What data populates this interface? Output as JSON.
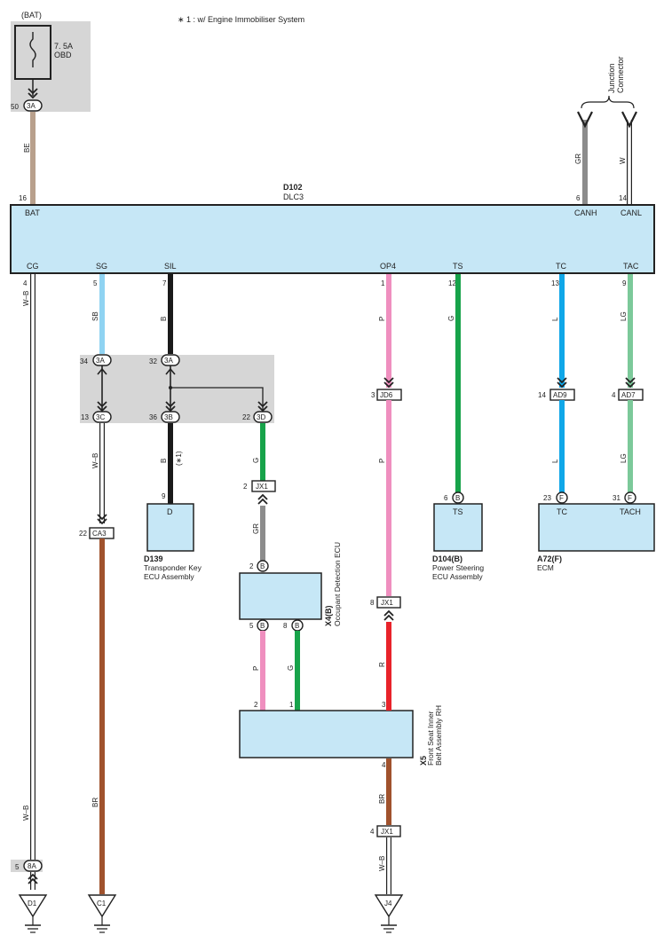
{
  "note": "∗ 1 : w/ Engine Immobiliser System",
  "colors": {
    "BE": "#b8a08c",
    "W-B": "#ffffff",
    "SB": "#8fd3f2",
    "B": "#1a1a1a",
    "G": "#17a34a",
    "GR": "#8c8c8c",
    "P": "#ef8fbf",
    "R": "#e8232a",
    "BR": "#a0522d",
    "L": "#10a7e8",
    "LG": "#7cc99a",
    "W": "#ffffff",
    "ecu_fill": "#c6e7f6",
    "junction_fill": "#d6d6d6"
  },
  "battery": {
    "source": "(BAT)",
    "fuse_amp": "7. 5A",
    "fuse_name": "OBD",
    "pin": "50",
    "conn": "3A",
    "wire": "BE"
  },
  "junction_connector": {
    "l1": "Junction",
    "l2": "Connector"
  },
  "dlc3": {
    "code": "D102",
    "name": "DLC3",
    "top_terminals": [
      {
        "name": "BAT",
        "pin": "16"
      },
      {
        "name": "CANH",
        "pin": "6",
        "wire": "GR"
      },
      {
        "name": "CANL",
        "pin": "14",
        "wire": "W"
      }
    ],
    "bottom_terminals": [
      {
        "name": "CG",
        "pin": "4",
        "wire": "W–B"
      },
      {
        "name": "SG",
        "pin": "5",
        "wire": "SB"
      },
      {
        "name": "SIL",
        "pin": "7",
        "wire": "B"
      },
      {
        "name": "OP4",
        "pin": "1",
        "wire": "P"
      },
      {
        "name": "TS",
        "pin": "12",
        "wire": "G"
      },
      {
        "name": "TC",
        "pin": "13",
        "wire": "L"
      },
      {
        "name": "TAC",
        "pin": "9",
        "wire": "LG"
      }
    ]
  },
  "jblock": {
    "c1": {
      "pin": "34",
      "conn": "3A"
    },
    "c2": {
      "pin": "32",
      "conn": "3A"
    },
    "c3": {
      "pin": "13",
      "conn": "3C"
    },
    "c4": {
      "pin": "36",
      "conn": "3B"
    },
    "c5": {
      "pin": "22",
      "conn": "3D"
    }
  },
  "connectors": {
    "jd6": {
      "pin": "3",
      "name": "JD6"
    },
    "ad9": {
      "pin": "14",
      "name": "AD9"
    },
    "ad7": {
      "pin": "4",
      "name": "AD7"
    },
    "jx1a": {
      "pin": "2",
      "name": "JX1"
    },
    "jx1b": {
      "pin": "8",
      "name": "JX1"
    },
    "jx1c": {
      "pin": "4",
      "name": "JX1"
    },
    "ca3": {
      "pin": "22",
      "name": "CA3"
    },
    "gnd8a": {
      "pin": "5",
      "name": "8A"
    }
  },
  "wires": {
    "cg": "W–B",
    "cg2": "W–B",
    "sg": "SB",
    "sil": "B",
    "sil2": "B",
    "immo": "(∗1)",
    "op4": "P",
    "op4b": "P",
    "ts": "G",
    "tc": "L",
    "tc2": "L",
    "tac": "LG",
    "tac2": "LG",
    "g3d": "G",
    "gr": "GR",
    "xp": "P",
    "xg": "G",
    "xr": "R",
    "wb13": "W–B",
    "br": "BR",
    "br2": "BR",
    "wb2": "W–B",
    "canh": "GR",
    "canl": "W"
  },
  "components": {
    "d139": {
      "code": "D139",
      "name1": "Transponder Key",
      "name2": "ECU Assembly",
      "term": "D",
      "pin": "9"
    },
    "d104": {
      "code": "D104(B)",
      "name1": "Power Steering",
      "name2": "ECU Assembly",
      "term": "TS",
      "pin": "6",
      "conn": "B"
    },
    "a72": {
      "code": "A72(F)",
      "name1": "ECM",
      "t1": "TC",
      "p1": "23",
      "c1": "F",
      "t2": "TACH",
      "p2": "31",
      "c2": "F"
    },
    "x4": {
      "code": "X4(B)",
      "name": "Occupant Detection ECU",
      "p_top": "2",
      "c_top": "B",
      "p_b1": "5",
      "c_b1": "B",
      "p_b2": "8",
      "c_b2": "B"
    },
    "x5": {
      "code": "X5",
      "name1": "Front Seat Inner",
      "name2": "Belt Assembly RH",
      "p1": "2",
      "p2": "1",
      "p3": "3",
      "p4": "4"
    }
  },
  "grounds": [
    "D1",
    "C1",
    "J4"
  ]
}
